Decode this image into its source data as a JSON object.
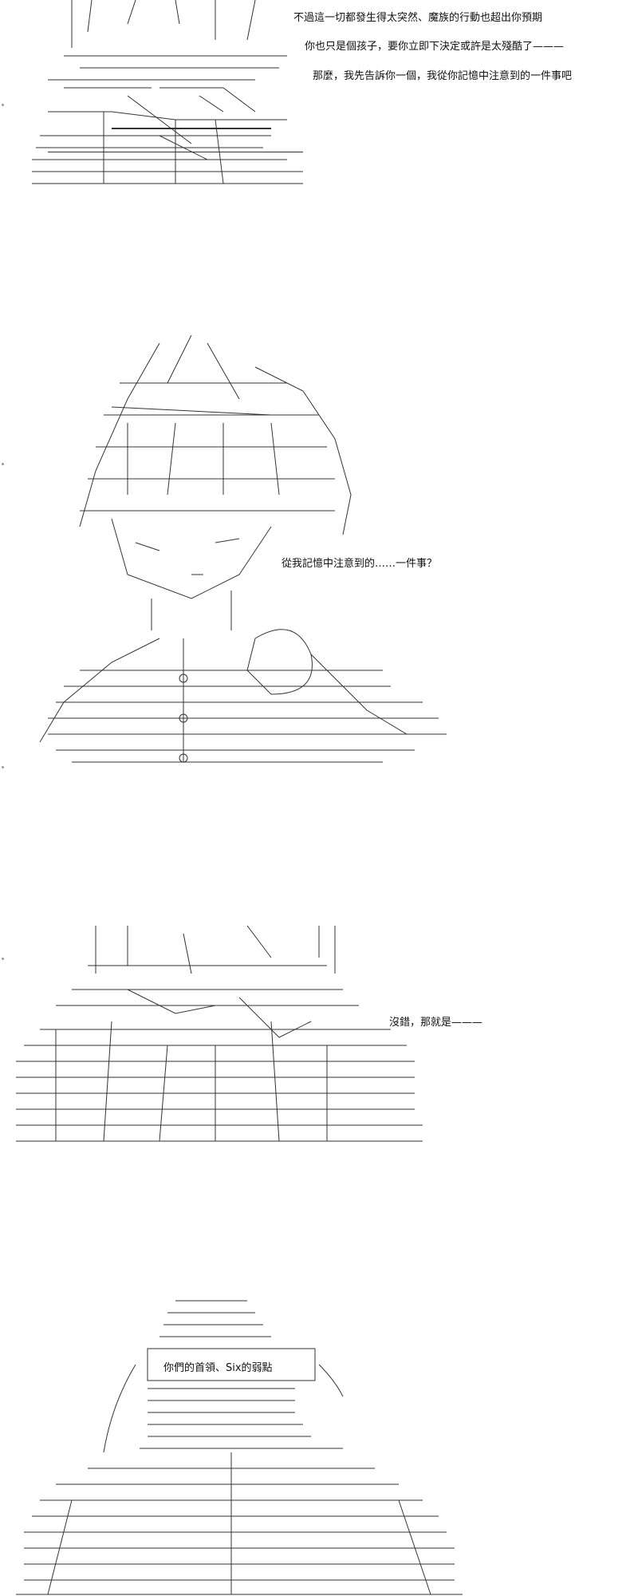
{
  "panel1": {
    "lines": [
      "不過這一切都發生得太突然、魔族的行動也超出你預期",
      "你也只是個孩子，要你立即下決定或許是太殘酷了———",
      "那麼，我先告訴你一個，我從你記憶中注意到的一件事吧"
    ]
  },
  "panel2": {
    "line": "從我記憶中注意到的……一件事？"
  },
  "panel3": {
    "line": "沒錯，那就是———"
  },
  "panel4": {
    "bubble": "你們的首領、Six的弱點"
  },
  "colors": {
    "ink": "#111111",
    "art": "#333333",
    "background": "#ffffff"
  }
}
